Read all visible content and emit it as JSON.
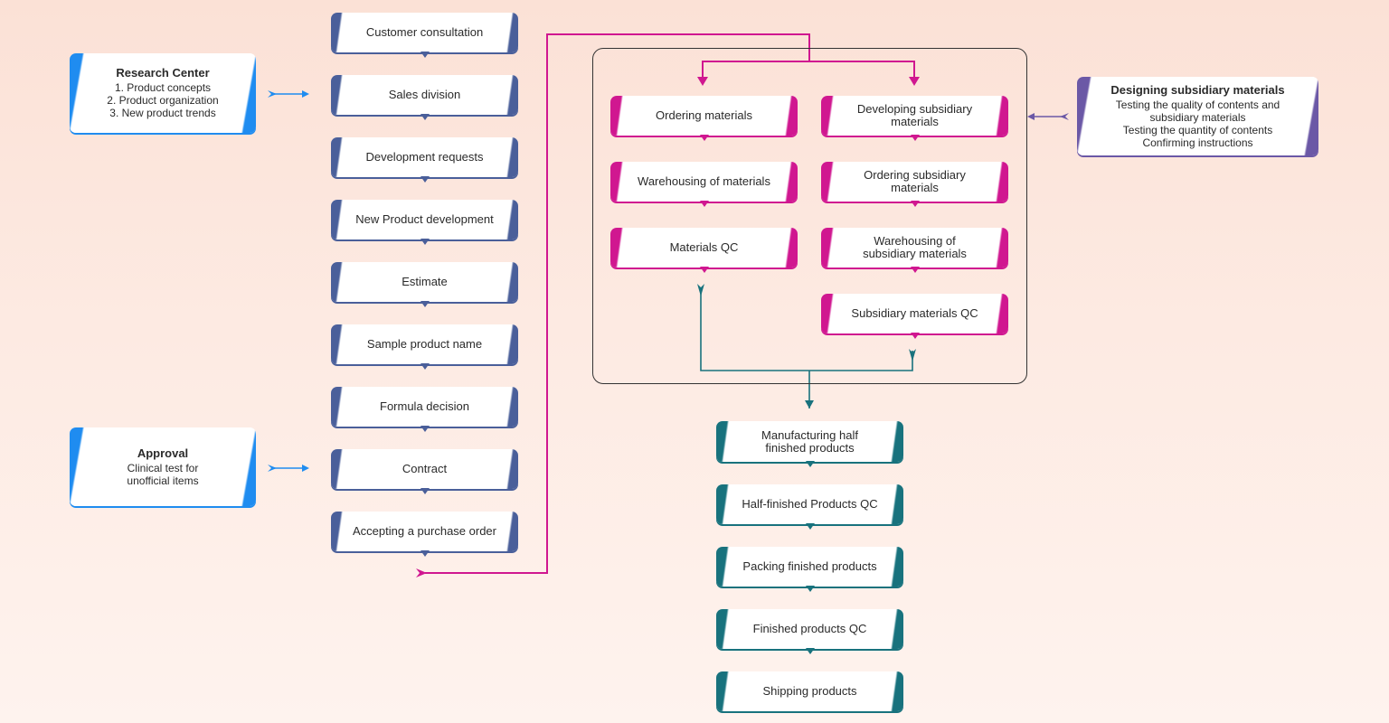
{
  "main_flow": [
    "Customer consultation",
    "Sales division",
    "Development requests",
    "New Product development",
    "Estimate",
    "Sample product name",
    "Formula decision",
    "Contract",
    "Accepting a purchase order"
  ],
  "research_center": {
    "title": "Research Center",
    "lines": [
      "1. Product concepts",
      "2. Product organization",
      "3. New product trends"
    ]
  },
  "approval": {
    "title": "Approval",
    "lines": [
      "Clinical test for",
      "unofficial items"
    ]
  },
  "materials_column": [
    "Ordering materials",
    "Warehousing of materials",
    "Materials QC"
  ],
  "subsidiary_column": [
    "Developing subsidiary materials",
    "Ordering subsidiary materials",
    "Warehousing of subsidiary materials",
    "Subsidiary materials QC"
  ],
  "designing_panel": {
    "title": "Designing subsidiary materials",
    "lines": [
      "Testing the quality of contents and",
      "subsidiary materials",
      "Testing the quantity of contents",
      "Confirming instructions"
    ]
  },
  "production_flow": [
    "Manufacturing half finished products",
    "Half-finished Products QC",
    "Packing finished products",
    "Finished products QC",
    "Shipping products"
  ],
  "colors": {
    "navy": "#4a5f9a",
    "magenta": "#d01790",
    "teal": "#18727d",
    "blue": "#1f8cf0",
    "purple": "#6b58a6"
  }
}
